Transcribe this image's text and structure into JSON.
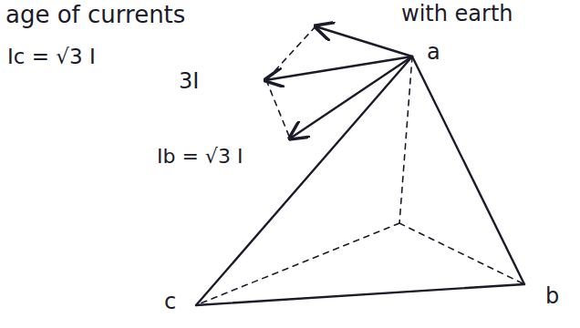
{
  "diagram": {
    "labels": [
      "age of currents",
      "with earth",
      "Ic = √3 I",
      "3I",
      "Ib = √3 I",
      "a",
      "b",
      "c"
    ]
  }
}
